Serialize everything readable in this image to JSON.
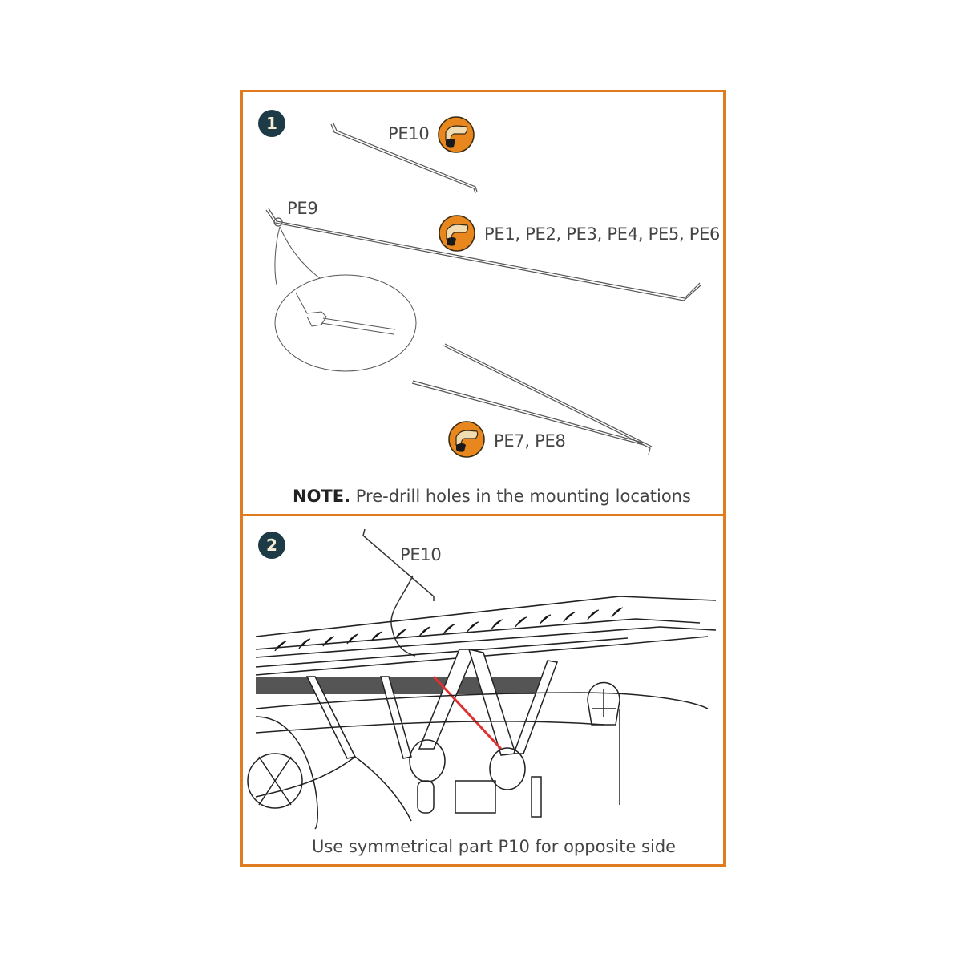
{
  "colors": {
    "frame": "#E07B20",
    "badge": "#1d3a47",
    "icon_orange": "#E8871E",
    "highlight_red": "#E03030"
  },
  "steps": [
    {
      "number": "1",
      "parts": [
        {
          "label": "PE10",
          "icon": "photo-etch-part-icon"
        },
        {
          "label": "PE9",
          "icon": null
        },
        {
          "label": "PE1, PE2, PE3, PE4, PE5, PE6",
          "icon": "photo-etch-part-icon"
        },
        {
          "label": "PE7, PE8",
          "icon": "photo-etch-part-icon"
        }
      ],
      "note": {
        "prefix": "NOTE.",
        "text": " Pre-drill holes in the mounting locations"
      }
    },
    {
      "number": "2",
      "parts": [
        {
          "label": "PE10",
          "icon": null
        }
      ],
      "caption": "Use symmetrical part P10 for opposite side"
    }
  ]
}
